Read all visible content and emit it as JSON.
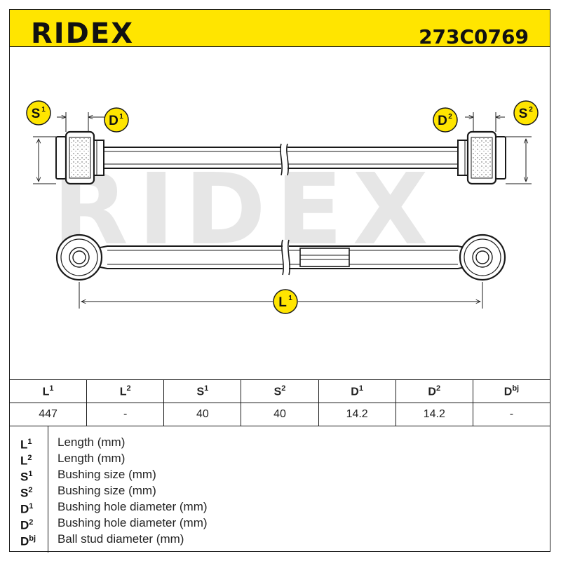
{
  "header": {
    "brand": "RIDEX",
    "part_number": "273C0769"
  },
  "diagram": {
    "watermark": "RIDEX",
    "labels": {
      "s1": {
        "letter": "S",
        "sup": "1"
      },
      "d1": {
        "letter": "D",
        "sup": "1"
      },
      "d2": {
        "letter": "D",
        "sup": "2"
      },
      "s2": {
        "letter": "S",
        "sup": "2"
      },
      "l1": {
        "letter": "L",
        "sup": "1"
      }
    },
    "colors": {
      "badge": "#ffe500",
      "stroke": "#1a1a1a",
      "watermark": "#e6e6e6"
    }
  },
  "specs": {
    "columns": [
      {
        "letter": "L",
        "sup": "1",
        "value": "447"
      },
      {
        "letter": "L",
        "sup": "2",
        "value": "-"
      },
      {
        "letter": "S",
        "sup": "1",
        "value": "40"
      },
      {
        "letter": "S",
        "sup": "2",
        "value": "40"
      },
      {
        "letter": "D",
        "sup": "1",
        "value": "14.2"
      },
      {
        "letter": "D",
        "sup": "2",
        "value": "14.2"
      },
      {
        "letter": "D",
        "sup": "bj",
        "value": "-"
      }
    ]
  },
  "legend": [
    {
      "letter": "L",
      "sup": "1",
      "text": "Length (mm)"
    },
    {
      "letter": "L",
      "sup": "2",
      "text": "Length (mm)"
    },
    {
      "letter": "S",
      "sup": "1",
      "text": "Bushing size (mm)"
    },
    {
      "letter": "S",
      "sup": "2",
      "text": "Bushing size (mm)"
    },
    {
      "letter": "D",
      "sup": "1",
      "text": "Bushing hole diameter (mm)"
    },
    {
      "letter": "D",
      "sup": "2",
      "text": "Bushing hole diameter (mm)"
    },
    {
      "letter": "D",
      "sup": "bj",
      "text": "Ball stud diameter (mm)"
    }
  ]
}
